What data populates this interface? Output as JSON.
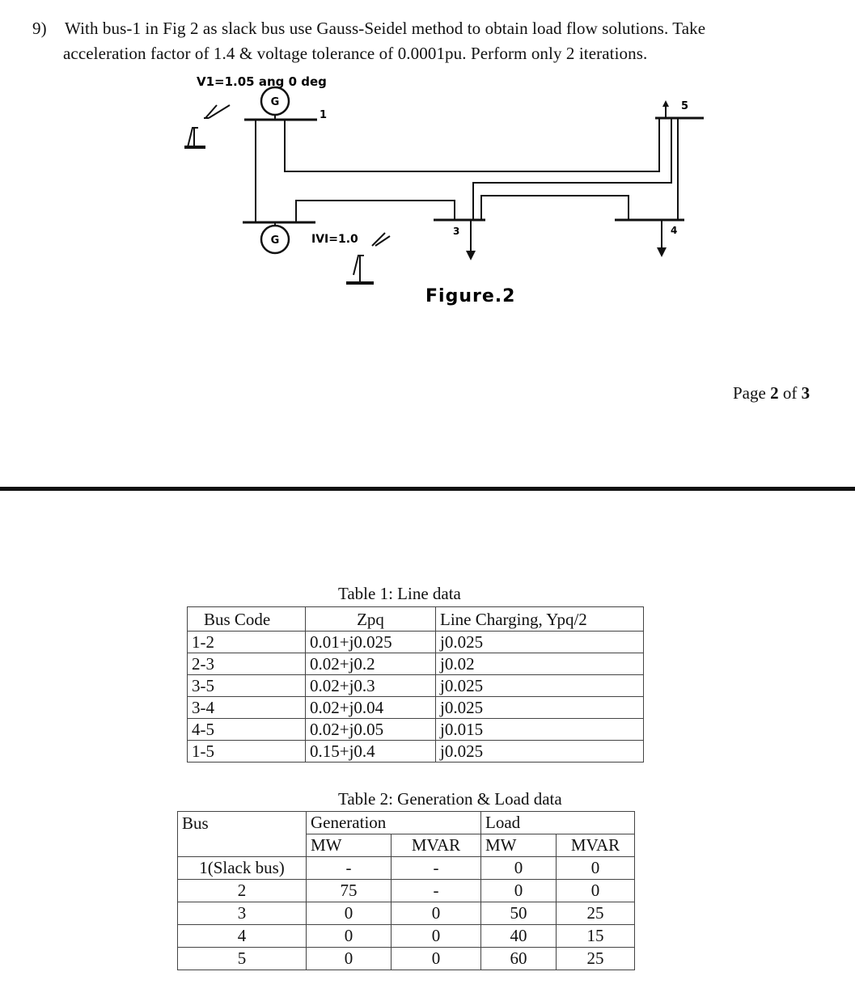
{
  "question": {
    "number": "9)",
    "line1": "With bus-1 in Fig 2 as slack bus use Gauss-Seidel method to obtain load flow solutions. Take",
    "line2": "acceleration factor of 1.4 & voltage tolerance of 0.0001pu. Perform only 2 iterations."
  },
  "figure": {
    "v1_label": "V1=1.05 ang 0 deg",
    "gen_symbol": "G",
    "bus1_label": "1",
    "v2_label": "IVI=1.0",
    "bus3_label": "3",
    "bus4_label": "4",
    "bus5_label": "5",
    "caption": "Figure.2"
  },
  "page": {
    "prefix": "Page ",
    "current": "2",
    "middle": " of ",
    "total": "3"
  },
  "table1": {
    "caption": "Table 1: Line data",
    "headers": [
      "Bus Code",
      "Zpq",
      "Line Charging, Ypq/2"
    ],
    "rows": [
      [
        "1-2",
        "0.01+j0.025",
        "j0.025"
      ],
      [
        "2-3",
        "0.02+j0.2",
        "j0.02"
      ],
      [
        "3-5",
        "0.02+j0.3",
        "j0.025"
      ],
      [
        "3-4",
        "0.02+j0.04",
        "j0.025"
      ],
      [
        "4-5",
        "0.02+j0.05",
        "j0.015"
      ],
      [
        "1-5",
        "0.15+j0.4",
        "j0.025"
      ]
    ]
  },
  "table2": {
    "caption": "Table 2: Generation & Load data",
    "header_bus": "Bus",
    "header_generation": "Generation",
    "header_load": "Load",
    "sub_headers": [
      "MW",
      "MVAR",
      "MW",
      "MVAR"
    ],
    "rows": [
      [
        "1(Slack bus)",
        "-",
        "-",
        "0",
        "0"
      ],
      [
        "2",
        "75",
        "-",
        "0",
        "0"
      ],
      [
        "3",
        "0",
        "0",
        "50",
        "25"
      ],
      [
        "4",
        "0",
        "0",
        "40",
        "15"
      ],
      [
        "5",
        "0",
        "0",
        "60",
        "25"
      ]
    ]
  }
}
